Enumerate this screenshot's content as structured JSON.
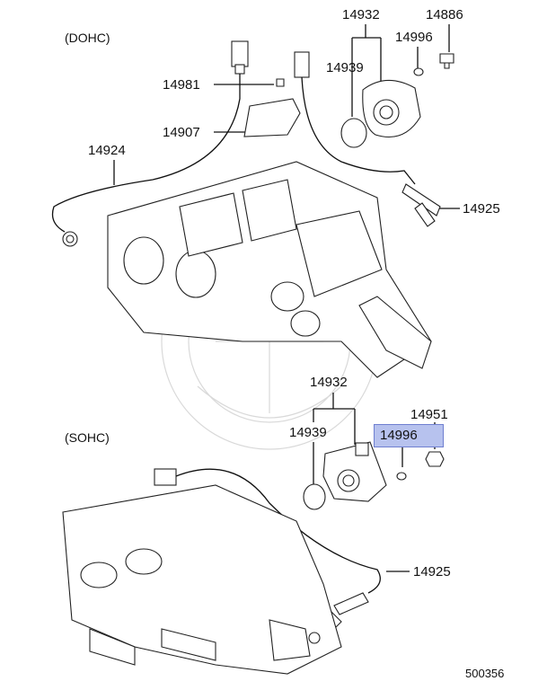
{
  "sections": {
    "dohc": "(DOHC)",
    "sohc": "(SOHC)"
  },
  "labels": {
    "p14932_top": "14932",
    "p14886": "14886",
    "p14996_top": "14996",
    "p14939_top": "14939",
    "p14981": "14981",
    "p14907": "14907",
    "p14924": "14924",
    "p14925_top": "14925",
    "p14932_bottom": "14932",
    "p14951": "14951",
    "p14939_bottom": "14939",
    "p14996_bottom": "14996",
    "p14925_bottom": "14925"
  },
  "diagram_number": "500356",
  "highlight_color": "#b7c2ee"
}
